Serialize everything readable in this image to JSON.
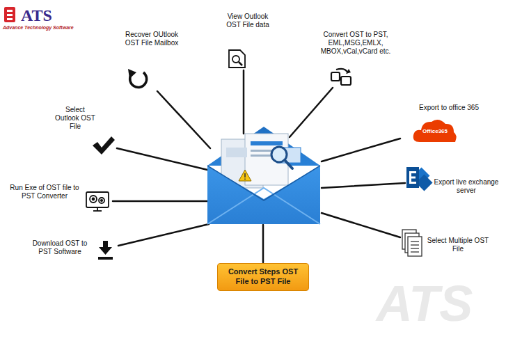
{
  "diagram": {
    "nodes": [
      {
        "text": [
          "Convert Steps OST File to PST File"
        ]
      }
    ],
    "labels": [
      "ATS",
      "Advance Technology Software",
      "Recover OUtlook OST File Mailbox",
      "View Outlook OST File data",
      "Convert OST to PST, EML,MSG,EMLX, MBOX,vCal,vCard etc.",
      "Export to office 365",
      "Office365",
      "Export live exchange server",
      "Select Multiple OST File",
      "Select Outlook OST File",
      "Run Exe of OST file to PST Converter",
      "Download OST to PST Software",
      "ATS"
    ]
  }
}
